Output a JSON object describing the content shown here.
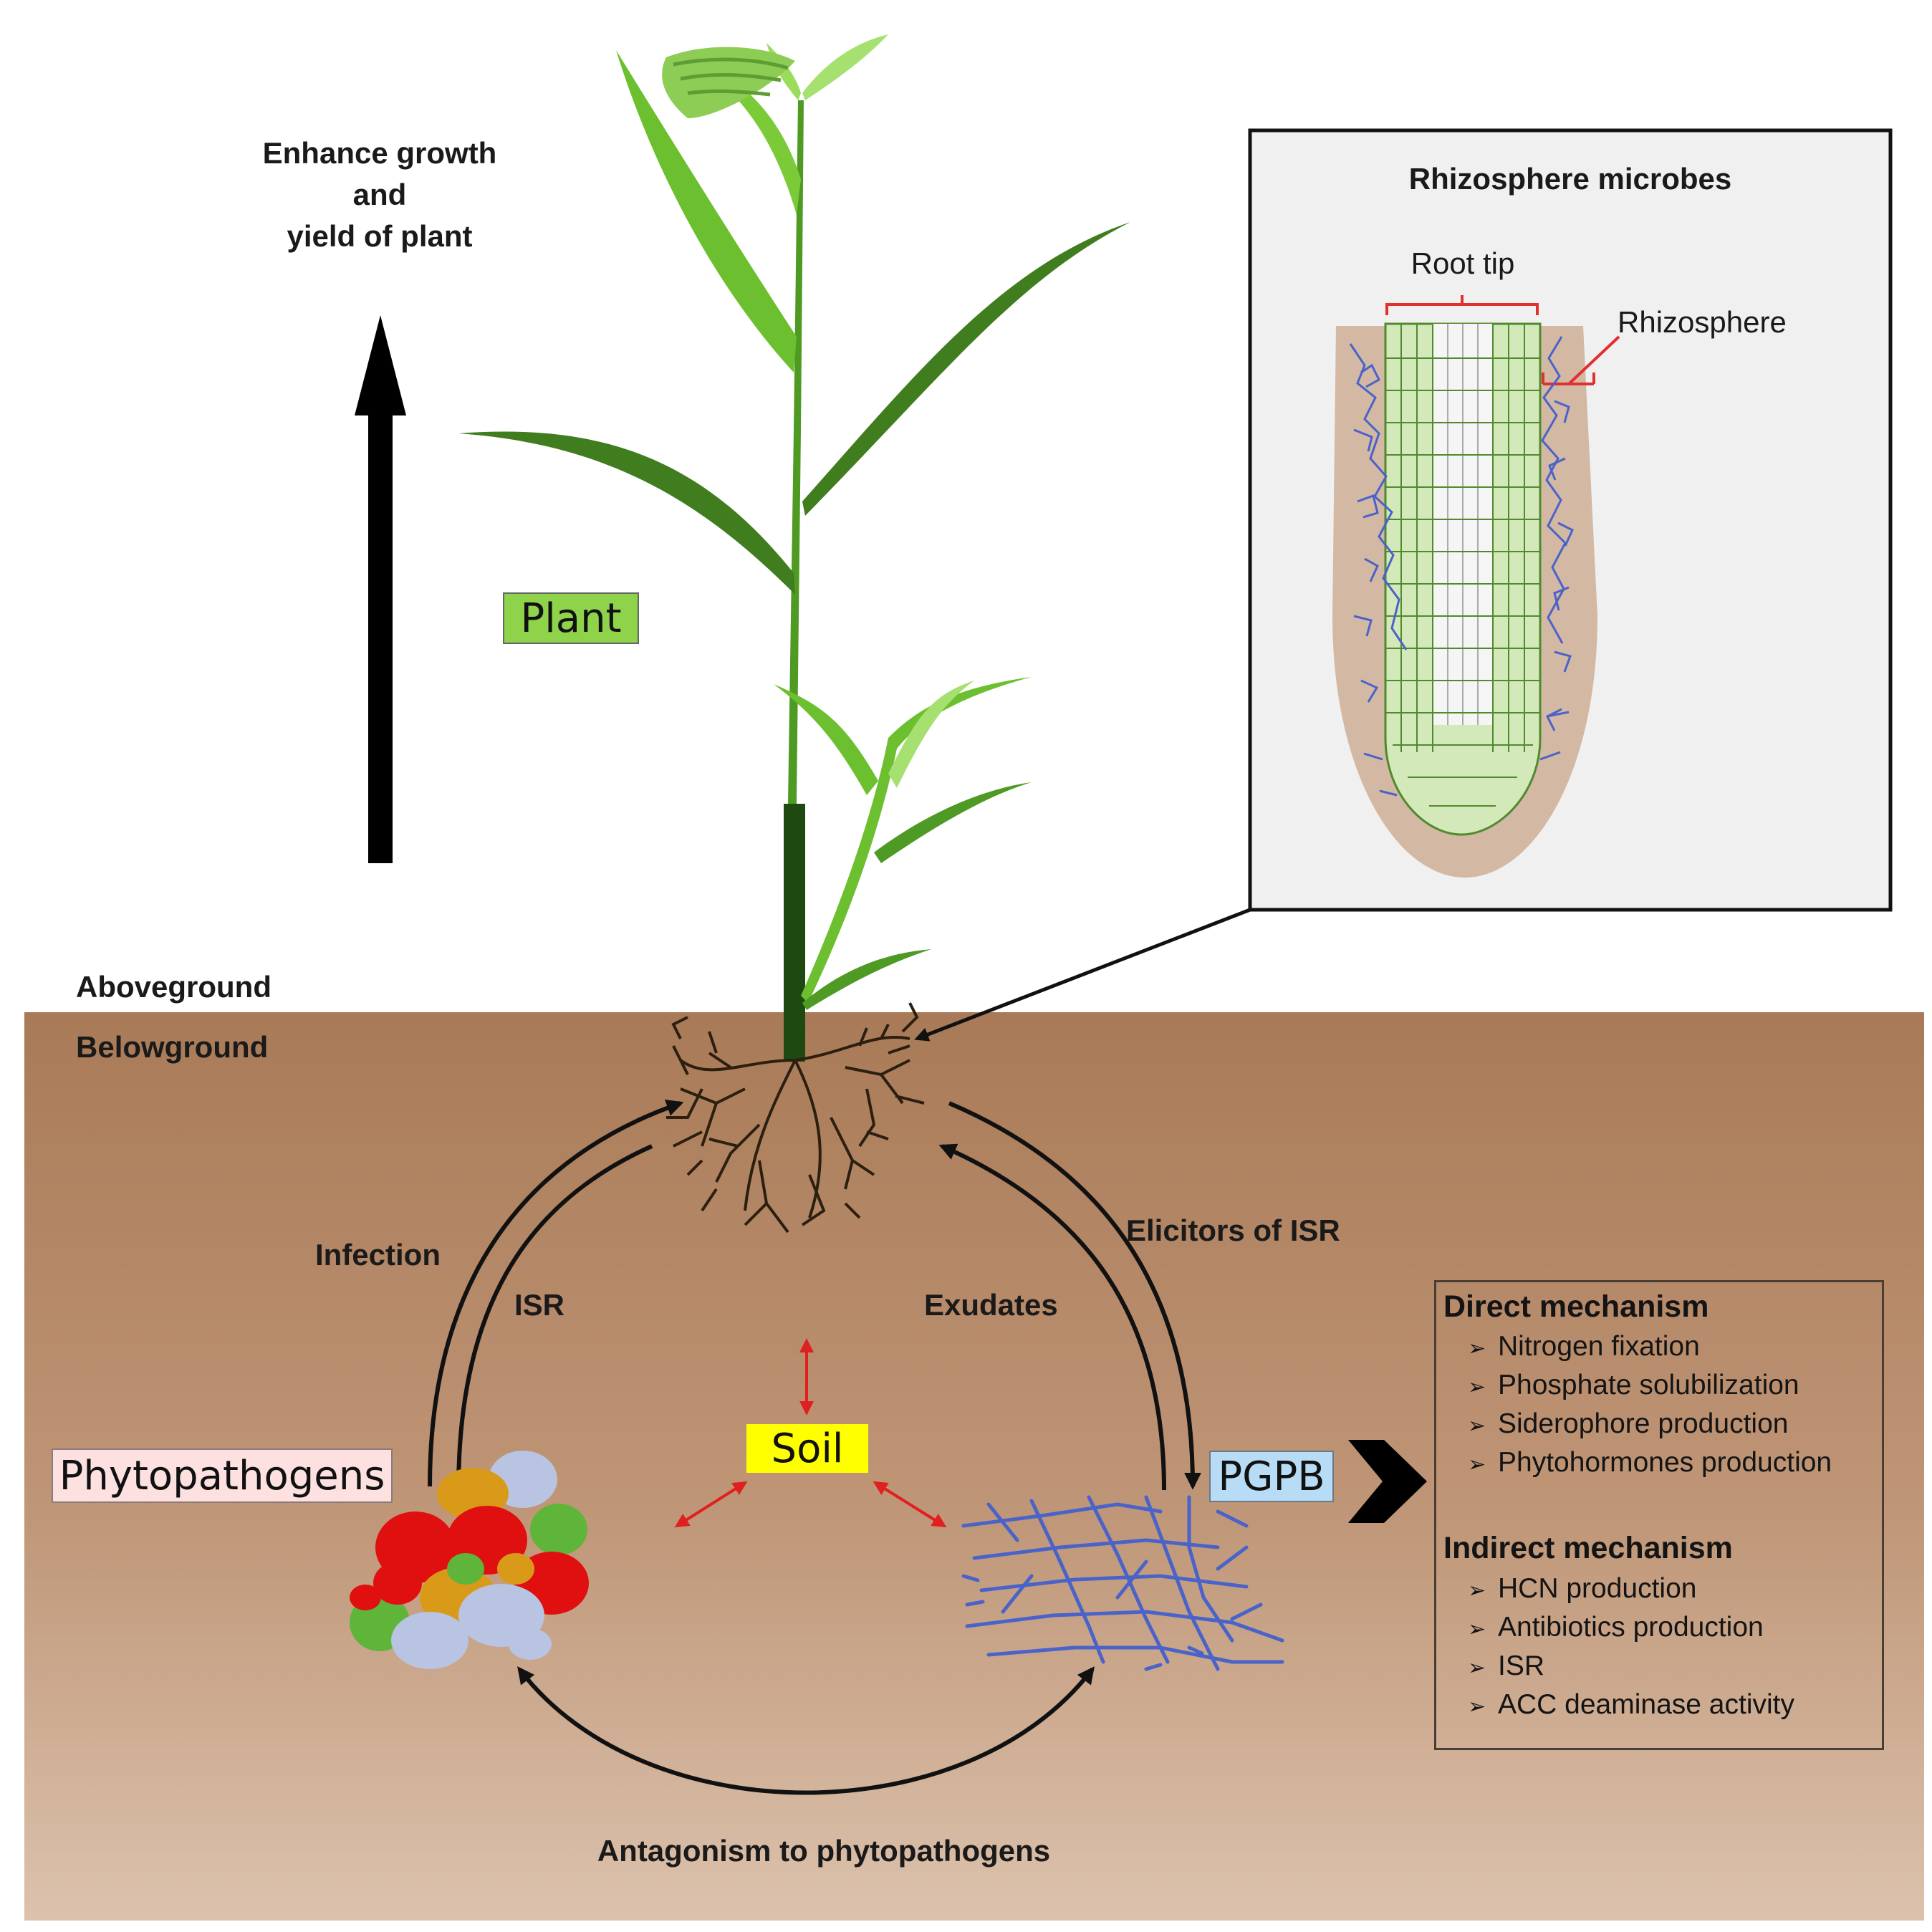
{
  "labels": {
    "growth_line1": "Enhance growth",
    "growth_line2": "and",
    "growth_line3": "yield of plant",
    "plant": "Plant",
    "aboveground": "Aboveground",
    "belowground": "Belowground",
    "inset_title": "Rhizosphere microbes",
    "root_tip": "Root tip",
    "rhizosphere": "Rhizosphere",
    "infection": "Infection",
    "isr": "ISR",
    "exudates": "Exudates",
    "elicitors": "Elicitors of ISR",
    "soil": "Soil",
    "phytopathogens": "Phytopathogens",
    "pgpb": "PGPB",
    "antagonism": "Antagonism to phytopathogens"
  },
  "mechanisms": {
    "direct_heading": "Direct mechanism",
    "direct_items": [
      "Nitrogen fixation",
      "Phosphate solubilization",
      "Siderophore production",
      "Phytohormones production"
    ],
    "indirect_heading": "Indirect mechanism",
    "indirect_items": [
      "HCN production",
      "Antibiotics production",
      "ISR",
      "ACC deaminase activity"
    ],
    "bullet_glyph": "➢"
  },
  "colors": {
    "soil_top": "#a97a57",
    "soil_bottom": "#d8bca6",
    "leaf_dark": "#3f7d1e",
    "leaf_light": "#8fd33f",
    "plant_tag": "#8ed34a",
    "soil_tag": "#ffff00",
    "phytopathogens_tag": "#fde1e1",
    "pgpb_tag": "#b8dcf5",
    "microbe_blue": "#4a63c9",
    "pathogen_red": "#e01010",
    "pathogen_orange": "#d99a1a",
    "pathogen_green": "#5fb43a",
    "pathogen_lavender": "#b8c4e2",
    "bracket_red": "#e03030",
    "inset_bg": "#f0f0f0"
  },
  "icons": [
    "up-arrow-icon",
    "plant-illustration",
    "root-system-icon",
    "root-tip-illustration",
    "pathogen-cluster-icon",
    "bacteria-network-icon",
    "right-chevron-arrow-icon"
  ]
}
